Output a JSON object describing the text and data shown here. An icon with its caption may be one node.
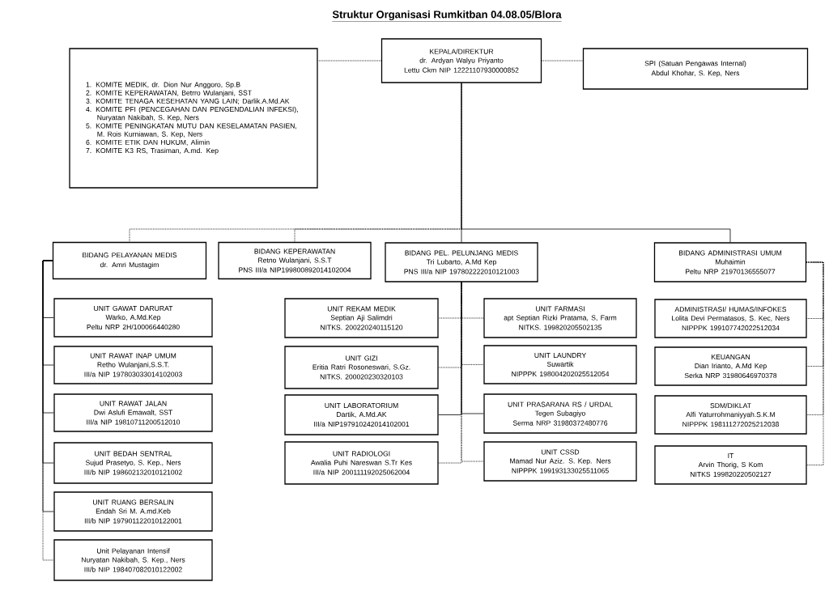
{
  "diagram": {
    "title": "Struktur Organisasi Rumkitban 04.08.05/Blora",
    "nodes": [
      {
        "text": [
          "KEPALA/DIREKTUR",
          "dr. Ardyan Walyu Priyanto",
          "Lettu Ckm NIP 12221107930000852"
        ]
      },
      {
        "text": [
          "1. KOMITE MEDIK, dr. Dion Nur Anggoro, Sp.B",
          "2. KOMITE KEPERAWATAN, Betrro Wulanjani, SST",
          "3. KOMITE TENAGA KESEHATAN YANG LAIN; Darlik.A.Md.AK",
          "4. KOMITE PFI (PENCEGAHAN DAN PENGENDALIAN INFEKSI), Nuryatan Nakibah, S. Kep, Ners",
          "5. KOMITE PENINGKATAN MUTU DAN KESELAMATAN PASIEN, M. Rois Kurniawan, S. Kep, Ners",
          "6. KOMITE ETIK DAN HUKUM, Alimin",
          "7. KOMITE K3 RS, Trasiman, A.md. Kep"
        ]
      },
      {
        "text": [
          "SPI (Satuan Pengawas Internal)",
          "Abdul Khohar, S. Kep, Ners"
        ]
      },
      {
        "text": [
          "BIDANG PELAYANAN MEDIS",
          "dr. Amri Mustagim"
        ]
      },
      {
        "text": [
          "BIDANG KEPERAWATAN",
          "Retno Wulanjani, S.S.T",
          "PNS III/a NIP199800892014102004"
        ]
      },
      {
        "text": [
          "BIDANG PEL. PELUNJANG MEDIS",
          "Tri Lubarto, A.Md Kep",
          "PNS III/a NIP 197802222010121003"
        ]
      },
      {
        "text": [
          "BIDANG ADMINISTRASI UMUM",
          "Muhaimin",
          "Peltu NRP 21970136555077"
        ]
      },
      {
        "text": [
          "UNIT GAWAT DARURAT",
          "Warko, A.Md.Kep",
          "Peltu NRP 2H/100066440280"
        ]
      },
      {
        "text": [
          "UNIT RAWAT INAP UMUM",
          "Retho Wulanjani,S.S.T.",
          "III/a NIP 197803033014102003"
        ]
      },
      {
        "text": [
          "UNIT RAWAT JALAN",
          "Dwi Aslufi Emawalt, SST",
          "III/a NIP 19810711200512010"
        ]
      },
      {
        "text": [
          "UNIT BEDAH SENTRAL",
          "Sujud Prasetyo, S. Kep., Ners",
          "III/b NIP 198602132010121002"
        ]
      },
      {
        "text": [
          "UNIT RUANG BERSALIN",
          "Endah Sri M. A.md.Keb",
          "III/b NIP 197901122010122001"
        ]
      },
      {
        "text": [
          "Unit Pelayanan Intensif",
          "Nuryatan Nakibah, S. Kep., Ners",
          "III/b NIP 198407082010122002"
        ]
      },
      {
        "text": [
          "UNIT REKAM MEDIK",
          "Septian Aji Salimdri",
          "NITKS. 200220240115120"
        ]
      },
      {
        "text": [
          "UNIT GIZI",
          "Eritia Ratri Rosoneswari, S.Gz.",
          "NITKS. 200020230320103"
        ]
      },
      {
        "text": [
          "UNIT LABORATORIUM",
          "Dartik, A.Md.AK",
          "III/a NIP197910242014102001"
        ]
      },
      {
        "text": [
          "UNIT RADIOLOGI",
          "Awalia Puhi Nareswan S.Tr Kes",
          "III/a NIP 200111192025062004"
        ]
      },
      {
        "text": [
          "UNIT FARMASI",
          "apt Septian Rizki Pratama, S, Farm",
          "NITKS. 199820205502135"
        ]
      },
      {
        "text": [
          "UNIT LAUNDRY",
          "Suwartik",
          "NIPPPK 198004202025512054"
        ]
      },
      {
        "text": [
          "UNIT PRASARANA RS / URDAL",
          "Tegen Subagiyo",
          "Serma NRP 31980372480776"
        ]
      },
      {
        "text": [
          "UNIT CSSD",
          "Mamad Nur Aziz. S. Kep. Ners",
          "NIPPPK 199193133025511065"
        ]
      },
      {
        "text": [
          "ADMINISTRASI/ HUMAS/INFOKES",
          "Lolita Devi Permatasos, S. Kec, Ners",
          "NIPPPK 199107742022512034"
        ]
      },
      {
        "text": [
          "KEUANGAN",
          "Dian Irianto, A.Md Kep",
          "Serka NRP 31980646970378"
        ]
      },
      {
        "text": [
          "SDM/DIKLAT",
          "Alfi Yaturrohmaniyyah.S.K.M",
          "NIPPPK 198111272025212038"
        ]
      },
      {
        "text": [
          "IT",
          "Arvin Thorig, S Kom",
          "NITKS 199820220502127"
        ]
      }
    ],
    "edges": [
      {
        "from": 0,
        "to": 1,
        "arrow": "none",
        "style": "dashed"
      },
      {
        "from": 0,
        "to": 2,
        "arrow": "none",
        "style": "dashed"
      },
      {
        "from": 0,
        "to": 3,
        "arrow": "none",
        "style": "dashed"
      },
      {
        "from": 0,
        "to": 4,
        "arrow": "none",
        "style": "dashed"
      },
      {
        "from": 0,
        "to": 5,
        "arrow": "none"
      },
      {
        "from": 0,
        "to": 6,
        "arrow": "none"
      },
      {
        "from": 3,
        "to": 7,
        "arrow": "none"
      },
      {
        "from": 3,
        "to": 8,
        "arrow": "none"
      },
      {
        "from": 3,
        "to": 9,
        "arrow": "none"
      },
      {
        "from": 3,
        "to": 10,
        "arrow": "none"
      },
      {
        "from": 3,
        "to": 11,
        "arrow": "none"
      },
      {
        "from": 3,
        "to": 12,
        "arrow": "none",
        "style": "dashed"
      },
      {
        "from": 5,
        "to": 13,
        "arrow": "none",
        "style": "dashed"
      },
      {
        "from": 5,
        "to": 14,
        "arrow": "none",
        "style": "dashed"
      },
      {
        "from": 5,
        "to": 15,
        "arrow": "none"
      },
      {
        "from": 5,
        "to": 16,
        "arrow": "none",
        "style": "dashed"
      },
      {
        "from": 5,
        "to": 17,
        "arrow": "none",
        "style": "dashed"
      },
      {
        "from": 5,
        "to": 18,
        "arrow": "none",
        "style": "dashed"
      },
      {
        "from": 5,
        "to": 19,
        "arrow": "none"
      },
      {
        "from": 5,
        "to": 20,
        "arrow": "none",
        "style": "dashed"
      },
      {
        "from": 6,
        "to": 21,
        "arrow": "none",
        "style": "dashed"
      },
      {
        "from": 6,
        "to": 22,
        "arrow": "none",
        "style": "dashed"
      },
      {
        "from": 6,
        "to": 23,
        "arrow": "none",
        "style": "dashed"
      },
      {
        "from": 6,
        "to": 24,
        "arrow": "none",
        "style": "dashed"
      }
    ]
  }
}
